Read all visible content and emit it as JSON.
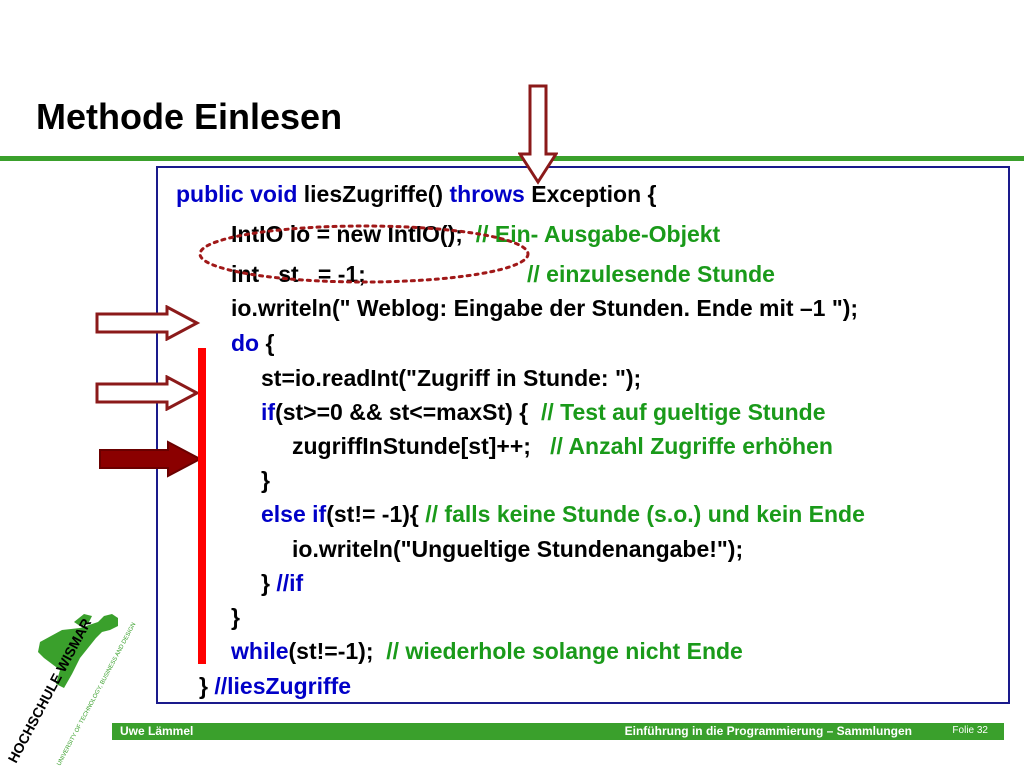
{
  "slide": {
    "title": "Methode Einlesen"
  },
  "code": {
    "l1": {
      "a": "public void",
      "b": " liesZugriffe() ",
      "c": "throws",
      "d": " Exception {"
    },
    "l2": {
      "a": "IntIO io = new IntIO();  ",
      "b": "// Ein- Ausgabe-Objekt"
    },
    "l3": {
      "a": "int   st   = -1;",
      "b": "// einzulesende Stunde"
    },
    "l4": {
      "a": "io.writeln(\" Weblog: Eingabe der Stunden. Ende mit –1 \");"
    },
    "l5": {
      "a": "do",
      "b": " {"
    },
    "l6": {
      "a": "st=io.readInt(\"Zugriff in Stunde: \");"
    },
    "l7": {
      "a": "if",
      "b": "(st>=0 && st<=maxSt) {  ",
      "c": "// Test auf gueltige Stunde"
    },
    "l8": {
      "a": "zugriffInStunde[st]++;   ",
      "b": "// Anzahl Zugriffe erhöhen"
    },
    "l9": {
      "a": "}"
    },
    "l10": {
      "a": "else if",
      "b": "(st!= -1){ ",
      "c": "// falls keine Stunde (s.o.) und kein Ende"
    },
    "l11": {
      "a": "io.writeln(\"Ungueltige Stundenangabe!\");"
    },
    "l12": {
      "a": "} ",
      "b": "//if"
    },
    "l13": {
      "a": "}"
    },
    "l14": {
      "a": "while",
      "b": "(st!=-1);  ",
      "c": "// wiederhole solange nicht Ende"
    },
    "l15": {
      "a": "} ",
      "b": "//liesZugriffe"
    }
  },
  "logo": {
    "main": "HOCHSCHULE WISMAR",
    "sub": "UNIVERSITY OF TECHNOLOGY, BUSINESS AND DESIGN"
  },
  "footer": {
    "author": "Uwe Lämmel",
    "course": "Einführung in die Programmierung – Sammlungen",
    "page": "Folie 32"
  },
  "colors": {
    "keyword": "#0000c8",
    "comment": "#1a9a1a",
    "accent_green": "#3aa02c",
    "arrow_red": "#8b0000",
    "bar_red": "#ff0000"
  }
}
